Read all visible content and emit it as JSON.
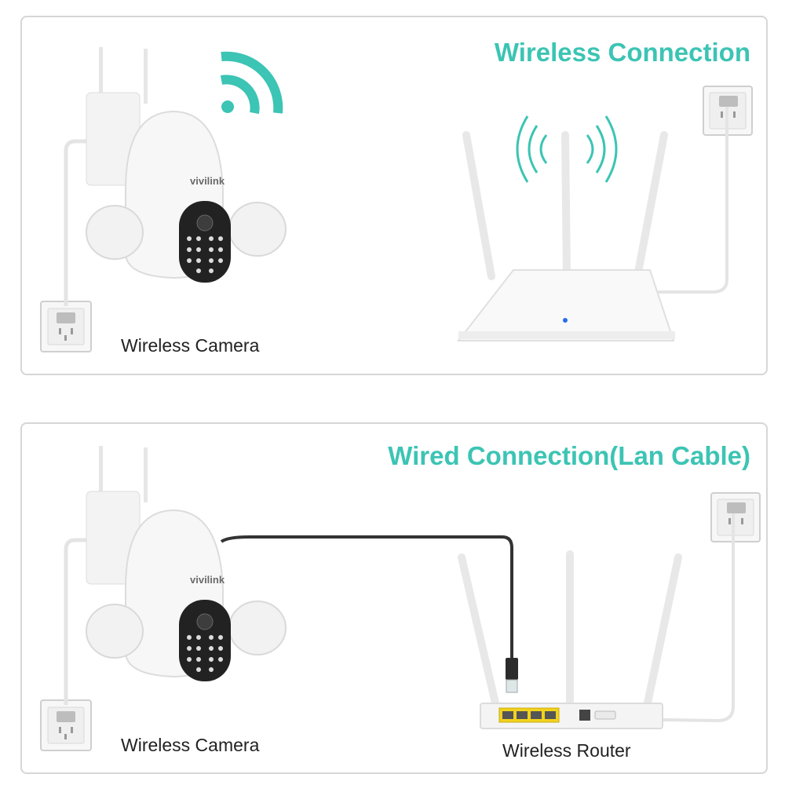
{
  "wireless": {
    "title": "Wireless Connection",
    "camera_label": "Wireless Camera"
  },
  "wired": {
    "title": "Wired Connection(Lan Cable)",
    "camera_label": "Wireless Camera",
    "router_label": "Wireless Router"
  },
  "brand_text": "vivilink",
  "colors": {
    "accent": "#3cc4b4",
    "border": "#d6d6d6",
    "cable": "#333333",
    "lan_port": "#f2d21b"
  }
}
